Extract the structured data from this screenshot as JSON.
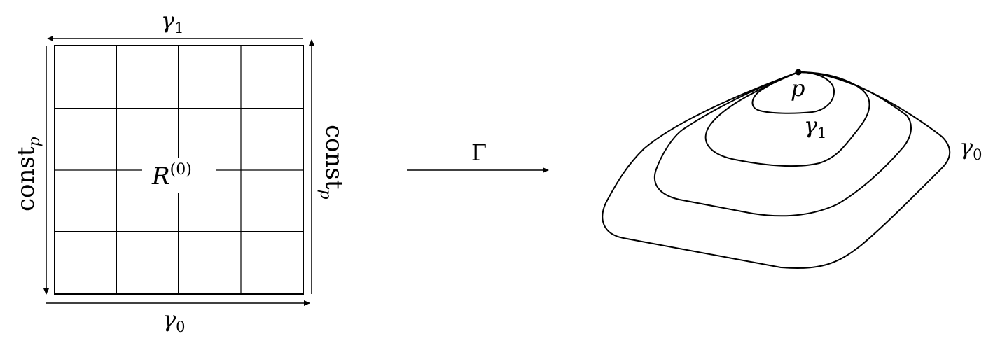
{
  "diagram": {
    "colors": {
      "stroke": "#000000",
      "background": "#ffffff"
    },
    "square": {
      "center_label": {
        "base": "R",
        "sup": "(0)"
      },
      "top_label": {
        "base": "γ",
        "sub": "1"
      },
      "bottom_label": {
        "base": "γ",
        "sub": "0"
      },
      "left_label": {
        "base": "const",
        "sub": "p"
      },
      "right_label": {
        "base": "const",
        "sub": "p"
      }
    },
    "map": {
      "label": "Γ"
    },
    "surface": {
      "point_label": "p",
      "inner_label": {
        "base": "γ",
        "sub": "1"
      },
      "outer_label": {
        "base": "γ",
        "sub": "0"
      }
    }
  }
}
